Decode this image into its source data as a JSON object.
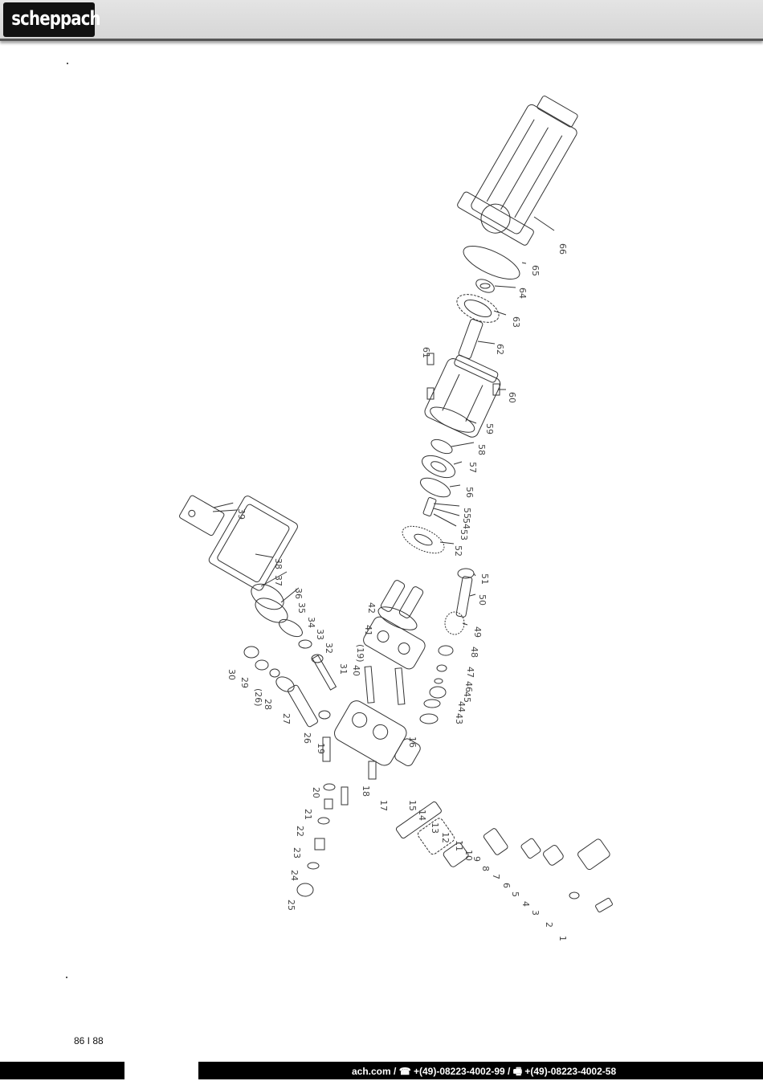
{
  "header": {
    "brand": "scheppach"
  },
  "diagram": {
    "parts": [
      {
        "label": "1"
      },
      {
        "label": "2"
      },
      {
        "label": "3"
      },
      {
        "label": "4"
      },
      {
        "label": "5"
      },
      {
        "label": "6"
      },
      {
        "label": "7"
      },
      {
        "label": "8"
      },
      {
        "label": "9"
      },
      {
        "label": "10"
      },
      {
        "label": "11"
      },
      {
        "label": "12"
      },
      {
        "label": "13"
      },
      {
        "label": "14"
      },
      {
        "label": "15"
      },
      {
        "label": "16"
      },
      {
        "label": "17"
      },
      {
        "label": "18"
      },
      {
        "label": "19"
      },
      {
        "label": "20"
      },
      {
        "label": "21"
      },
      {
        "label": "22"
      },
      {
        "label": "23"
      },
      {
        "label": "24"
      },
      {
        "label": "25"
      },
      {
        "label": "(26)"
      },
      {
        "label": "26"
      },
      {
        "label": "27"
      },
      {
        "label": "28"
      },
      {
        "label": "29"
      },
      {
        "label": "30"
      },
      {
        "label": "31"
      },
      {
        "label": "32"
      },
      {
        "label": "33"
      },
      {
        "label": "34"
      },
      {
        "label": "35"
      },
      {
        "label": "36"
      },
      {
        "label": "37"
      },
      {
        "label": "38"
      },
      {
        "label": "39"
      },
      {
        "label": "40"
      },
      {
        "label": "(19)"
      },
      {
        "label": "41"
      },
      {
        "label": "42"
      },
      {
        "label": "43"
      },
      {
        "label": "44"
      },
      {
        "label": "45"
      },
      {
        "label": "46"
      },
      {
        "label": "47"
      },
      {
        "label": "48"
      },
      {
        "label": "49"
      },
      {
        "label": "50"
      },
      {
        "label": "51"
      },
      {
        "label": "52"
      },
      {
        "label": "53"
      },
      {
        "label": "54"
      },
      {
        "label": "55"
      },
      {
        "label": "56"
      },
      {
        "label": "57"
      },
      {
        "label": "58"
      },
      {
        "label": "59"
      },
      {
        "label": "60"
      },
      {
        "label": "61"
      },
      {
        "label": "62"
      },
      {
        "label": "63"
      },
      {
        "label": "64"
      },
      {
        "label": "65"
      },
      {
        "label": "66"
      }
    ]
  },
  "page_number": "86 I 88",
  "footer": {
    "contact": "ach.com / ☎ +(49)-08223-4002-99 / 🖷 +(49)-08223-4002-58"
  }
}
